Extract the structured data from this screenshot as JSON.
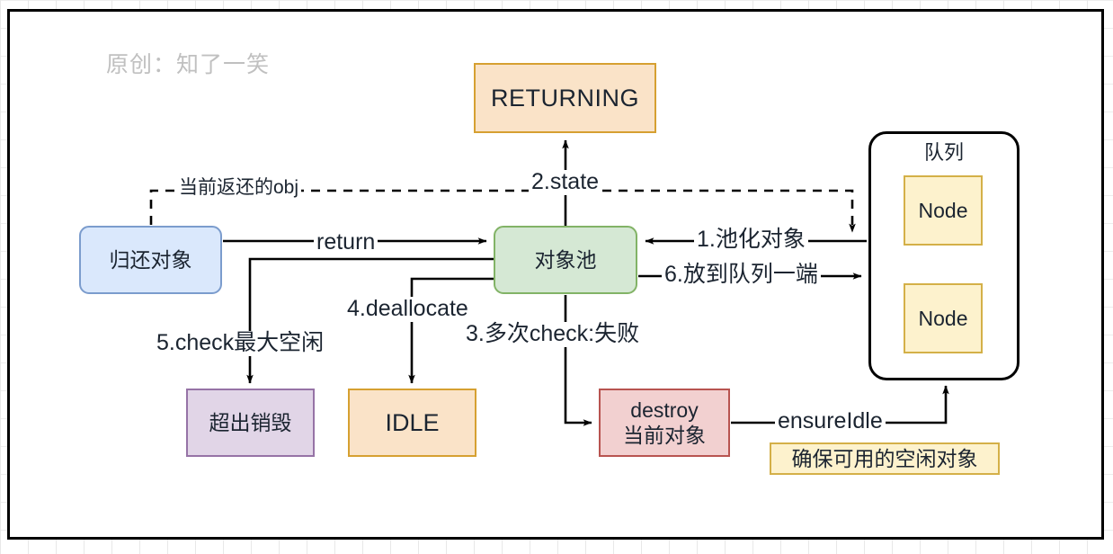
{
  "watermark": "原创：知了一笑",
  "nodes": {
    "returning": {
      "label": "RETURNING",
      "fill": "#fae3c8",
      "stroke": "#d6a031"
    },
    "pool": {
      "label": "对象池",
      "fill": "#d5e8d4",
      "stroke": "#82b366"
    },
    "return_object": {
      "label": "归还对象",
      "fill": "#dae8fc",
      "stroke": "#7b9ccd"
    },
    "queue": {
      "title": "队列",
      "fill": "#ffffff",
      "stroke": "#000000",
      "items": [
        {
          "label": "Node",
          "fill": "#fdf2cd",
          "stroke": "#d4b048"
        },
        {
          "label": "Node",
          "fill": "#fdf2cd",
          "stroke": "#d4b048"
        }
      ]
    },
    "destroy_over": {
      "label": "超出销毁",
      "fill": "#e1d5e7",
      "stroke": "#9673a6"
    },
    "idle": {
      "label": "IDLE",
      "fill": "#fae3c8",
      "stroke": "#d6a031"
    },
    "destroy_current": {
      "line1": "destroy",
      "line2": "当前对象",
      "fill": "#f2d0d0",
      "stroke": "#b85450"
    },
    "ensure_note": {
      "label": "确保可用的空闲对象",
      "fill": "#fdf2cd",
      "stroke": "#d4b048"
    }
  },
  "edges": {
    "return": "return",
    "current_obj": "当前返还的obj",
    "state": "2.state",
    "pool_object": "1.池化对象",
    "to_queue_end": "6.放到队列一端",
    "check_max_idle": "5.check最大空闲",
    "deallocate": "4.deallocate",
    "multi_check_fail": "3.多次check:失败",
    "ensure_idle": "ensureIdle"
  }
}
